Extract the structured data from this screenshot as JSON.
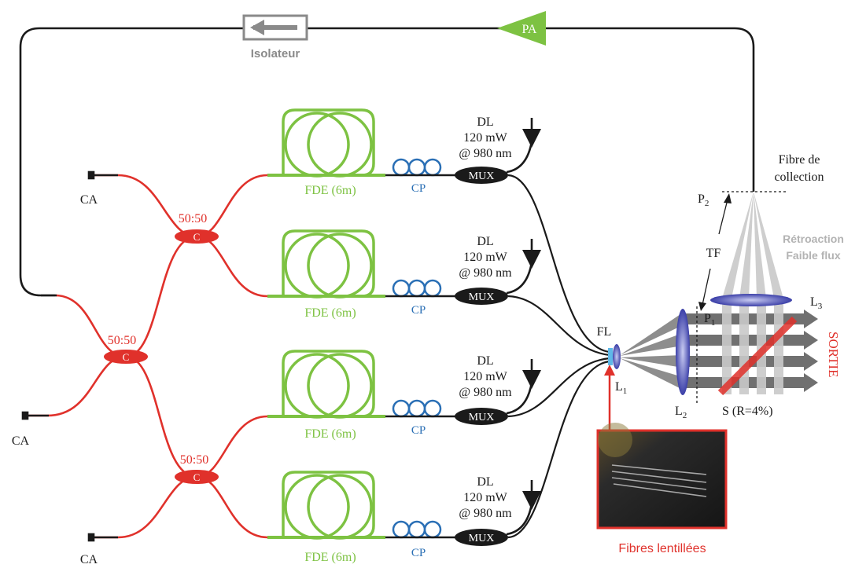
{
  "labels": {
    "isolator": "Isolateur",
    "pa": "PA",
    "ca": "CA",
    "coupler_ratio": "50:50",
    "coupler_c": "C",
    "fde": "FDE (6m)",
    "cp": "CP",
    "mux": "MUX",
    "dl_line1": "DL",
    "dl_line2": "120 mW",
    "dl_line3": "@ 980 nm",
    "fl": "FL",
    "l1_main": "L",
    "l1_sub": "1",
    "l2_main": "L",
    "l2_sub": "2",
    "l3_main": "L",
    "l3_sub": "3",
    "p1_main": "P",
    "p1_sub": "1",
    "p2_main": "P",
    "p2_sub": "2",
    "tf": "TF",
    "fibre_collection_1": "Fibre de",
    "fibre_collection_2": "collection",
    "retroaction_1": "Rétroaction",
    "retroaction_2": "Faible flux",
    "splitter": "S (R=4%)",
    "sortie": "SORTIE",
    "fibres_lentillees": "Fibres lentillées"
  },
  "colors": {
    "red": "#e0312b",
    "green": "#7dc242",
    "blue": "#2a6fb5",
    "gray": "#8a8a8a",
    "black": "#1a1a1a"
  }
}
